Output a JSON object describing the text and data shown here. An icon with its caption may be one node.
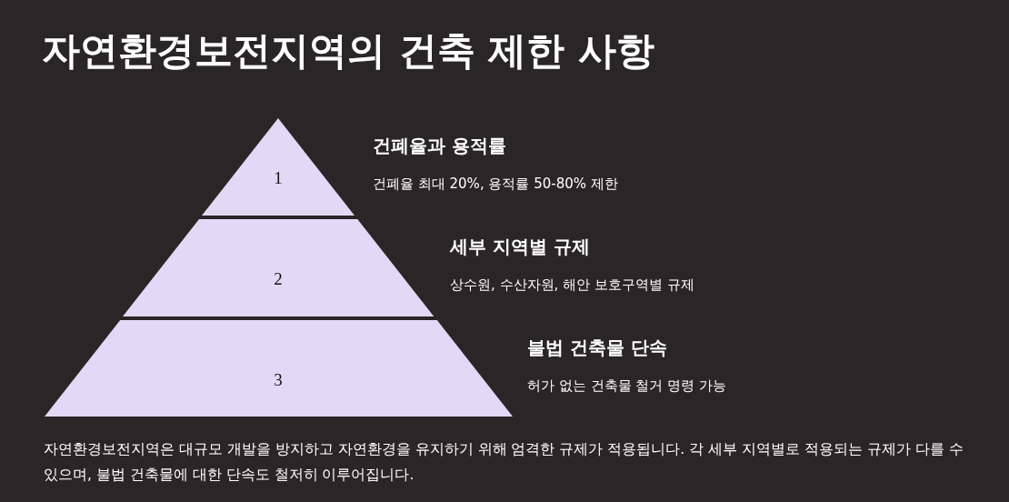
{
  "diagram": {
    "title": "자연환경보전지역의 건축 제한 사항",
    "nodes": [
      {
        "text": [
          "1"
        ],
        "beside": [
          "건폐율과 용적률",
          "건폐율 최대 20%, 용적률 50-80% 제한"
        ]
      },
      {
        "text": [
          "2"
        ],
        "beside": [
          "세부 지역별 규제",
          "상수원, 수산자원, 해안 보호구역별 규제"
        ]
      },
      {
        "text": [
          "3"
        ],
        "beside": [
          "불법 건축물 단속",
          "허가 없는 건축물 철거 명령 가능"
        ]
      }
    ],
    "caption": "자연환경보전지역은 대규모 개발을 방지하고 자연환경을 유지하기 위해 엄격한 규제가 적용됩니다. 각 세부 지역별로 적용되는 규제가 다를 수 있으며, 불법 건축물에 대한 단속도 철저히 이루어집니다."
  }
}
